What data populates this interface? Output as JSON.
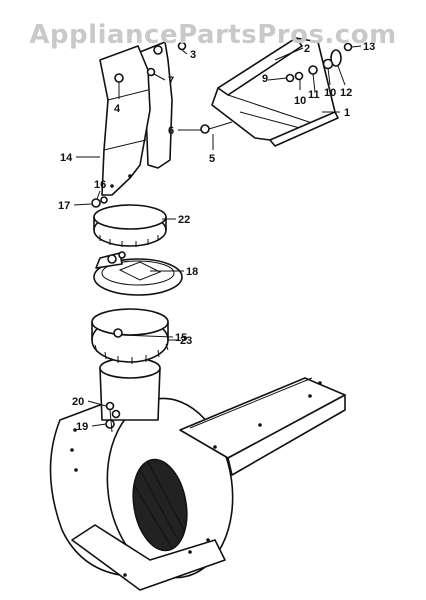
{
  "watermark": "AppliancePartsPros.com",
  "part_labels": [
    "1",
    "2",
    "3",
    "4",
    "5",
    "6",
    "7",
    "9",
    "10",
    "10",
    "11",
    "12",
    "13",
    "14",
    "15",
    "16",
    "17",
    "18",
    "19",
    "20",
    "22",
    "23"
  ]
}
